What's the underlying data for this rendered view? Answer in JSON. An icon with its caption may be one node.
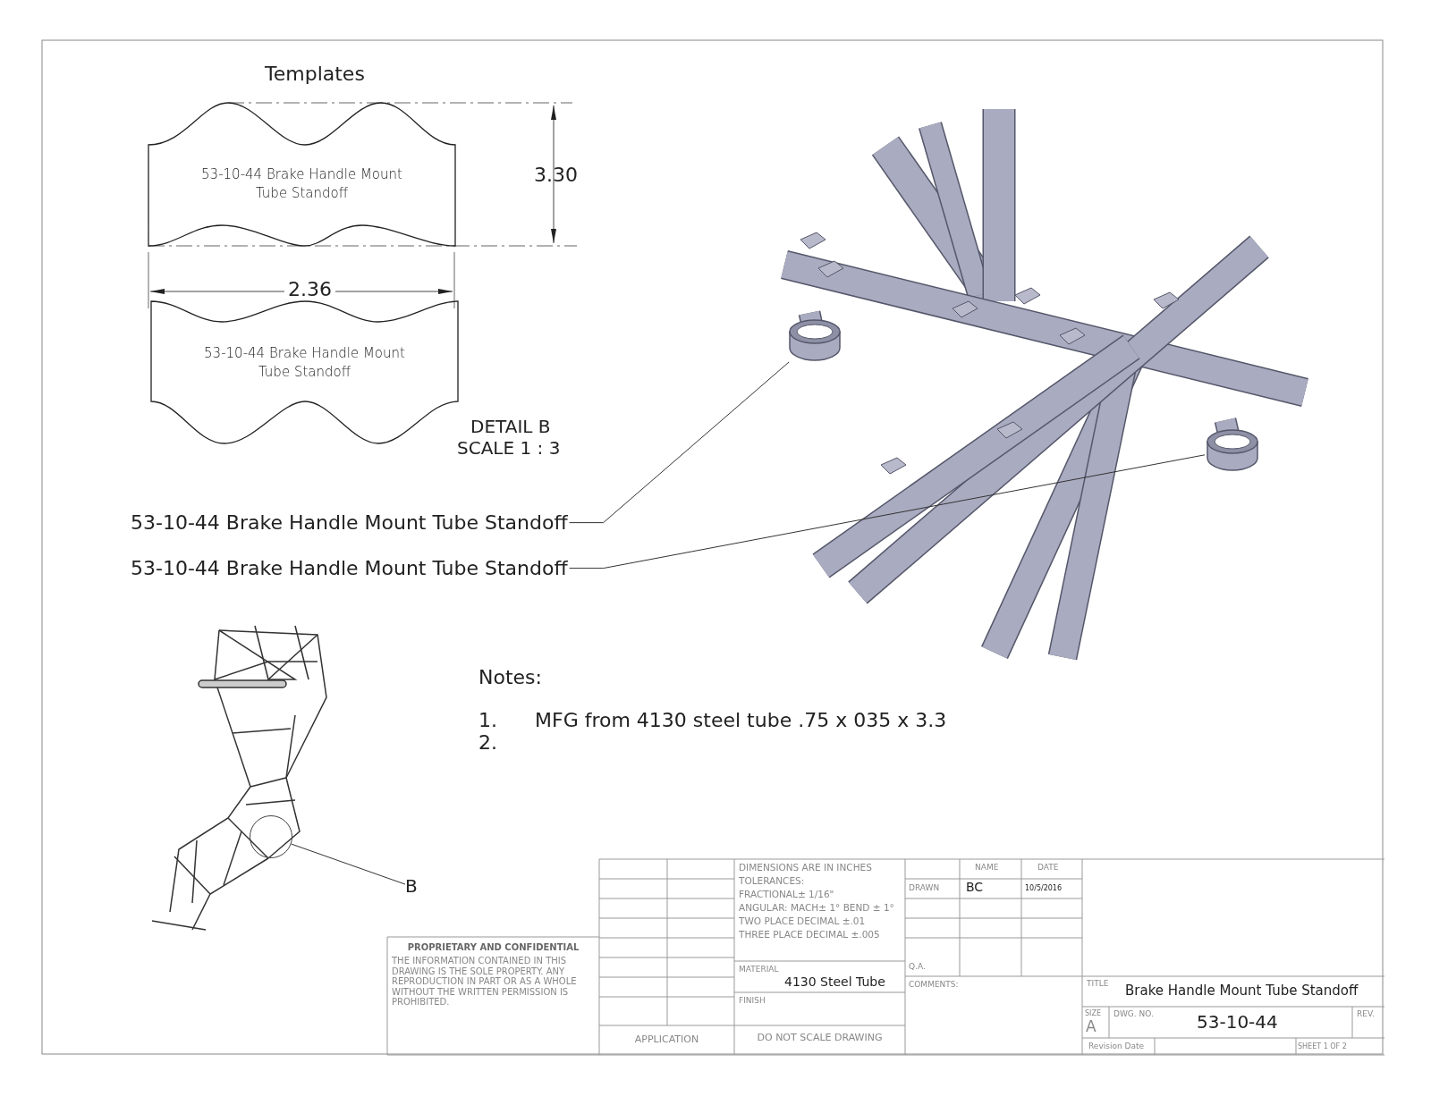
{
  "diagram": {
    "nodes": [
      {
        "text": [
          "53-10-44 Brake Handle Mount Tube Standoff"
        ]
      },
      {
        "text": [
          "53-10-44 Brake Handle Mount Tube Standoff"
        ]
      },
      {
        "text": [
          "53-10-44 Brake Handle Mount Tube Standoff"
        ]
      },
      {
        "text": [
          "53-10-44 Brake Handle Mount Tube Standoff"
        ]
      },
      {
        "text": [],
        "shape": "cylinder"
      },
      {
        "text": [],
        "shape": "cylinder"
      },
      {
        "text": [
          "B"
        ]
      },
      {
        "text": [],
        "shape": "circle"
      }
    ],
    "edges": [
      {
        "from": 2,
        "to": 4,
        "arrow": "none"
      },
      {
        "from": 3,
        "to": 5,
        "arrow": "none"
      },
      {
        "from": 6,
        "to": 7,
        "arrow": "none"
      }
    ],
    "labels": [
      "Templates",
      "3.30",
      "2.36",
      "DETAIL B",
      "SCALE 1 : 3",
      "Notes:",
      "1.",
      "MFG from 4130 steel tube .75 x 035 x 3.3",
      "2.",
      "DIMENSIONS ARE IN INCHES",
      "TOLERANCES:",
      "FRACTIONAL± 1/16\"",
      "ANGULAR: MACH± 1° BEND ± 1°",
      "TWO PLACE DECIMAL ±.01",
      "THREE PLACE DECIMAL ±.005",
      "NAME",
      "DATE",
      "DRAWN",
      "BC",
      "10/5/2016",
      "PROPRIETARY AND CONFIDENTIAL",
      "THE INFORMATION CONTAINED IN THIS DRAWING IS THE SOLE PROPERTY. ANY REPRODUCTION IN PART OR AS A WHOLE WITHOUT THE WRITTEN PERMISSION IS PROHIBITED.",
      "MATERIAL",
      "4130 Steel Tube",
      "Q.A.",
      "COMMENTS:",
      "FINISH",
      "TITLE",
      "Brake Handle Mount Tube Standoff",
      "APPLICATION",
      "DO NOT SCALE DRAWING",
      "SIZE",
      "A",
      "DWG. NO.",
      "53-10-44",
      "REV.",
      "Revision Date",
      "SHEET 1 OF 2"
    ]
  }
}
